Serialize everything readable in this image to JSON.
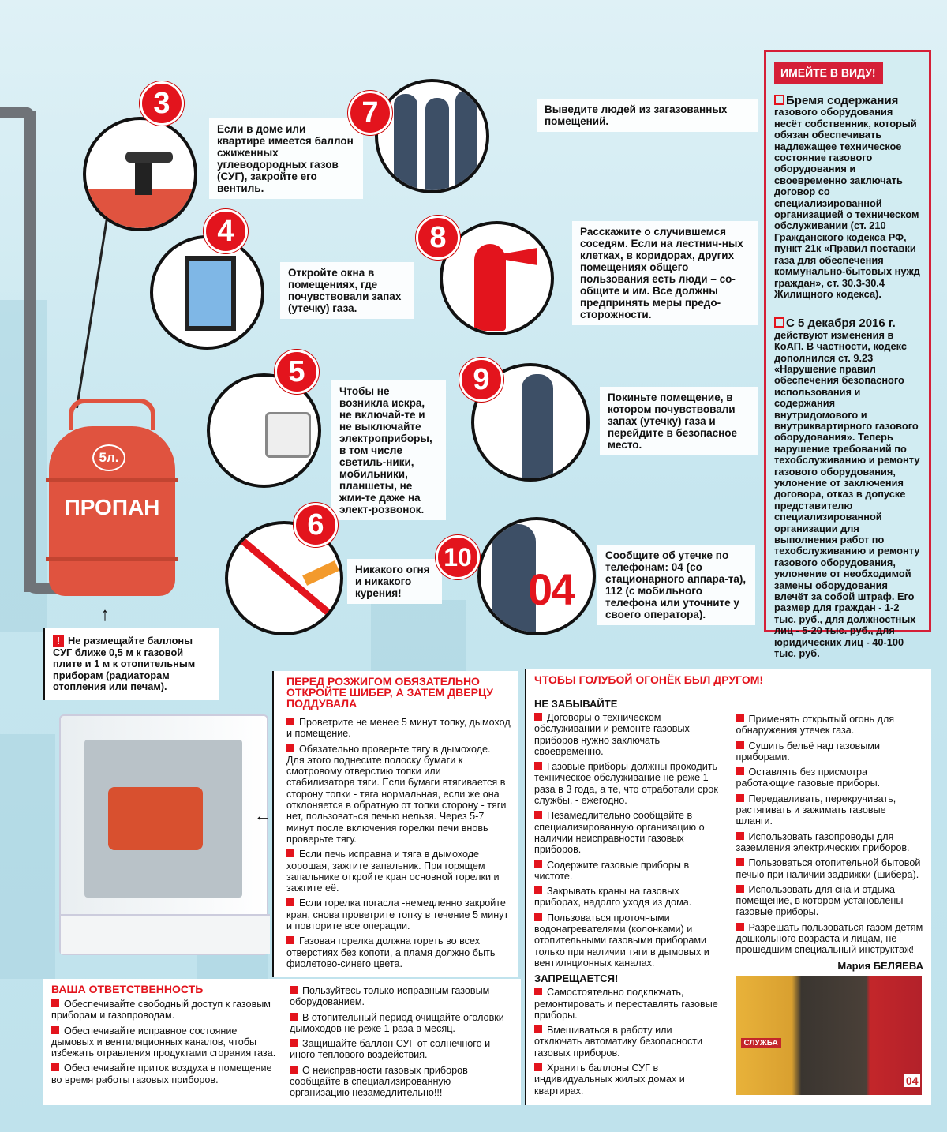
{
  "steps": [
    {
      "num": "3",
      "text": "Если в доме или квартире имеется баллон сжиженных углеводородных газов (СУГ), закройте его вентиль."
    },
    {
      "num": "4",
      "text": "Откройте окна в помещениях, где почувствовали запах (утечку) газа."
    },
    {
      "num": "5",
      "text": "Чтобы не возникла искра, не включай-те и не выключайте электроприборы, в том числе светиль-ники, мобильники, планшеты, не жми-те даже на элект-розвонок."
    },
    {
      "num": "6",
      "text": "Никакого огня и никакого курения!"
    },
    {
      "num": "7",
      "text": "Выведите людей из загазованных помещений."
    },
    {
      "num": "8",
      "text": "Расскажите о случившемся соседям. Если на лестнич-ных клетках, в коридорах, других помещениях общего пользования есть люди – со-общите и им. Все должны предпринять меры предо-сторожности."
    },
    {
      "num": "9",
      "text": "Покиньте помещение, в котором почувствовали запах (утечку) газа и перейдите в безопасное место."
    },
    {
      "num": "10",
      "text": "Сообщите об утечке по телефонам: 04 (со стационарного аппара-та), 112 (с мобильного телефона или уточните у своего оператора)."
    }
  ],
  "phone_04": "04",
  "cylinder": {
    "volume": "5л.",
    "label": "ПРОПАН"
  },
  "note": {
    "mark": "!",
    "text": "Не размещайте баллоны СУГ ближе 0,5 м к газовой плите и 1 м к отопительным приборам (радиаторам отопления или печам)."
  },
  "sidebar": {
    "title": "ИМЕЙТЕ В ВИДУ!",
    "p1_lead": "Бремя содержания",
    "p1": "газового оборудования несёт собственник, который обязан обеспечивать надлежащее техническое состояние газового оборудования и своевременно заключать договор со специализированной организацией о техническом обслуживании (ст. 210 Гражданского кодекса РФ, пункт 21к «Правил поставки газа для обеспечения коммунально-бытовых нужд граждан», ст. 30.3-30.4 Жилищного кодекса).",
    "p2_lead": "С 5 декабря 2016 г.",
    "p2": "действуют изменения в КоАП. В частности, кодекс дополнился ст. 9.23 «Нарушение правил обеспечения безопасного использования и содержания внутридомового и внутриквартирного газового оборудования». Теперь нарушение требований по техобслуживанию и ремонту газового оборудования, уклонение от заключения договора, отказ в допуске представителю специализированной организации для выполнения работ по техобслуживанию и ремонту газового оборудования, уклонение от необходимой замены оборудования влечёт за собой штраф. Его размер для граждан - 1-2 тыс. руб., для должностных лиц - 5-20 тыс. руб., для юридических лиц - 40-100 тыс. руб."
  },
  "stove": {
    "title": "ПЕРЕД РОЗЖИГОМ ОБЯЗАТЕЛЬНО ОТКРОЙТЕ ШИБЕР, А ЗАТЕМ ДВЕРЦУ ПОДДУВАЛА",
    "items": [
      "Проветрите не менее 5 минут топку, дымоход и помещение.",
      "Обязательно проверьте тягу в дымоходе. Для этого поднесите полоску бумаги к смотровому отверстию топки или стабилизатора тяги. Если бумаги втягивается в сторону топки - тяга нормальная, если же она отклоняется в обратную от топки сторону - тяги нет, пользоваться печью нельзя. Через 5-7 минут после включения горелки печи вновь проверьте тягу.",
      "Если печь исправна и тяга в дымоходе хорошая, зажгите запальник. При горящем запальнике откройте кран основной горелки и зажгите её.",
      "Если горелка погасла -немедленно закройте кран, снова проветрите топку в течение 5 минут и повторите все операции.",
      "Газовая горелка должна гореть во всех отверстиях без копоти, а пламя должно быть фиолетово-синего цвета."
    ]
  },
  "resp": {
    "title": "ВАША ОТВЕТСТВЕННОСТЬ",
    "col1": [
      "Обеспечивайте свободный доступ к газовым приборам и газопроводам.",
      "Обеспечивайте исправное состояние дымовых и вентиляционных каналов, чтобы избежать отравления продуктами сгорания газа.",
      "Обеспечивайте приток воздуха в помещение во время работы газовых приборов."
    ],
    "col2": [
      "Пользуйтесь только исправным газовым оборудованием.",
      "В отопительный период очищайте оголовки дымоходов не реже 1 раза в месяц.",
      "Защищайте баллон СУГ от солнечного и иного теплового воздействия.",
      "О неисправности газовых приборов сообщайте в специализированную организацию незамедлительно!!!"
    ]
  },
  "fire": {
    "title": "ЧТОБЫ ГОЛУБОЙ ОГОНЁК БЫЛ ДРУГОМ!",
    "remember_title": "НЕ ЗАБЫВАЙТЕ",
    "remember": [
      "Договоры о техническом обслуживании и ремонте газовых приборов нужно заключать своевременно.",
      "Газовые приборы должны проходить техническое обслуживание не реже 1 раза в 3 года, а те, что отработали срок службы, - ежегодно.",
      "Незамедлительно сообщайте в специализированную организацию о наличии неисправности газовых приборов.",
      "Содержите газовые приборы в чистоте.",
      "Закрывать краны на газовых приборах, надолго уходя из дома.",
      "Пользоваться проточными водонагревателями (колонками) и отопительными газовыми приборами только при наличии тяги в дымовых и вентиляционных каналах."
    ],
    "forbidden_title": "ЗАПРЕЩАЕТСЯ!",
    "forbidden": [
      "Самостоятельно подключать, ремонтировать и переставлять газовые приборы.",
      "Вмешиваться в работу или отключать автоматику безопасности газовых приборов.",
      "Хранить баллоны СУГ в индивидуальных жилых домах и квартирах."
    ],
    "forbidden2": [
      "Применять открытый огонь для обнаружения утечек газа.",
      "Сушить бельё над газовыми приборами.",
      "Оставлять без присмотра работающие газовые приборы.",
      "Передавливать, перекручивать, растягивать и зажимать газовые шланги.",
      "Использовать газопроводы для заземления электрических приборов.",
      "Пользоваться отопительной бытовой печью при наличии задвижки (шибера).",
      "Использовать для сна и отдыха помещение, в котором установлены газовые приборы.",
      "Разрешать пользоваться газом детям дошкольного возраста и лицам, не прошедшим специальный инструктаж!"
    ],
    "author": "Мария БЕЛЯЕВА",
    "van_label": "СЛУЖБА",
    "van_number": "04"
  },
  "colors": {
    "accent": "#e3141d",
    "silhouette": "#3d4f66",
    "bg": "#c6e6ef"
  }
}
